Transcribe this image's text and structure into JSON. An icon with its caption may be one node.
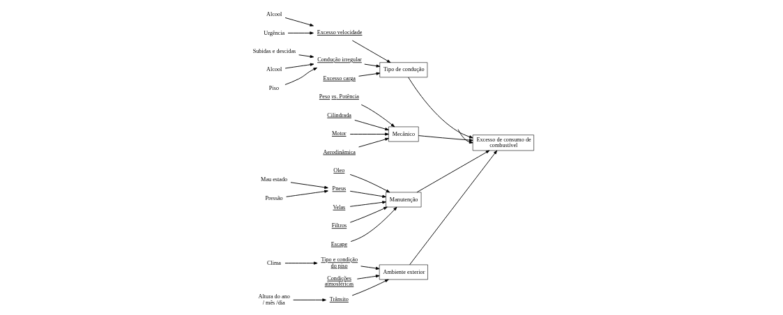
{
  "diagram": {
    "nodes": [
      {
        "text": [
          "Tipo de condução"
        ]
      },
      {
        "text": [
          "Mecânico"
        ]
      },
      {
        "text": [
          "Excesso velocidade"
        ]
      },
      {
        "text": [
          "Subidas e descidas"
        ]
      },
      {
        "text": [
          "Condução irregular"
        ]
      },
      {
        "text": [
          "Alcool"
        ]
      },
      {
        "text": [
          "Urgência"
        ]
      },
      {
        "text": [
          "Alcool"
        ]
      },
      {
        "text": [
          "Piso"
        ]
      },
      {
        "text": [
          "Excesso carga"
        ]
      },
      {
        "text": [
          "Peso *vs*. Potência"
        ]
      },
      {
        "text": [
          "Cilindrada"
        ]
      },
      {
        "text": [
          "Motor"
        ]
      },
      {
        "text": [
          "Aerodinâmica"
        ]
      },
      {
        "text": [
          "Excesso de consumo de combustível"
        ]
      },
      {
        "text": [
          "Mau estado"
        ]
      },
      {
        "text": [
          "Oleo"
        ]
      },
      {
        "text": [
          "Tipo e condição do piso"
        ]
      },
      {
        "text": [
          "Pneus"
        ]
      },
      {
        "text": [
          "Velas"
        ]
      },
      {
        "text": [
          "Clima"
        ]
      },
      {
        "text": [
          "Condições atmosféricas"
        ]
      },
      {
        "text": [
          "Pressão"
        ]
      },
      {
        "text": [
          "Trânsito"
        ]
      },
      {
        "text": [
          "Filtros"
        ]
      },
      {
        "text": [
          "Escape"
        ]
      },
      {
        "text": [
          "Altura do ano / mês /dia"
        ]
      },
      {
        "text": [
          "Manutenção"
        ]
      },
      {
        "text": [
          "Ambiente exterior"
        ]
      }
    ],
    "edges": [
      {
        "from": null,
        "to": 14,
        "arrow": "to"
      },
      {
        "from": 0,
        "to": 14,
        "arrow": "to"
      },
      {
        "from": 1,
        "to": 14,
        "arrow": "to"
      },
      {
        "from": 27,
        "to": 14,
        "arrow": "to"
      },
      {
        "from": 28,
        "to": 14,
        "arrow": "to"
      },
      {
        "from": 2,
        "to": 0,
        "arrow": "to"
      },
      {
        "from": 5,
        "to": 2,
        "arrow": "to"
      },
      {
        "from": 6,
        "to": 2,
        "arrow": "to"
      },
      {
        "from": 4,
        "to": 0,
        "arrow": "to"
      },
      {
        "from": 3,
        "to": 4,
        "arrow": "to"
      },
      {
        "from": 7,
        "to": 4,
        "arrow": "to"
      },
      {
        "from": 8,
        "to": 4,
        "arrow": "to"
      },
      {
        "from": 9,
        "to": 0,
        "arrow": "to"
      },
      {
        "from": 10,
        "to": 1,
        "arrow": "to"
      },
      {
        "from": 11,
        "to": 1,
        "arrow": "to"
      },
      {
        "from": 12,
        "to": 1,
        "arrow": "to"
      },
      {
        "from": 13,
        "to": 1,
        "arrow": "to"
      },
      {
        "from": 16,
        "to": 27,
        "arrow": "to"
      },
      {
        "from": 19,
        "to": 27,
        "arrow": "to"
      },
      {
        "from": 24,
        "to": 27,
        "arrow": "to"
      },
      {
        "from": 18,
        "to": 27,
        "arrow": "to"
      },
      {
        "from": 15,
        "to": 18,
        "arrow": "to"
      },
      {
        "from": 22,
        "to": 18,
        "arrow": "to"
      },
      {
        "from": 25,
        "to": 27,
        "arrow": "to"
      },
      {
        "from": 17,
        "to": 28,
        "arrow": "to"
      },
      {
        "from": 20,
        "to": 17,
        "arrow": "to"
      },
      {
        "from": 21,
        "to": 28,
        "arrow": "to"
      },
      {
        "from": 23,
        "to": 28,
        "arrow": "to"
      },
      {
        "from": 26,
        "to": 23,
        "arrow": "to"
      }
    ]
  }
}
